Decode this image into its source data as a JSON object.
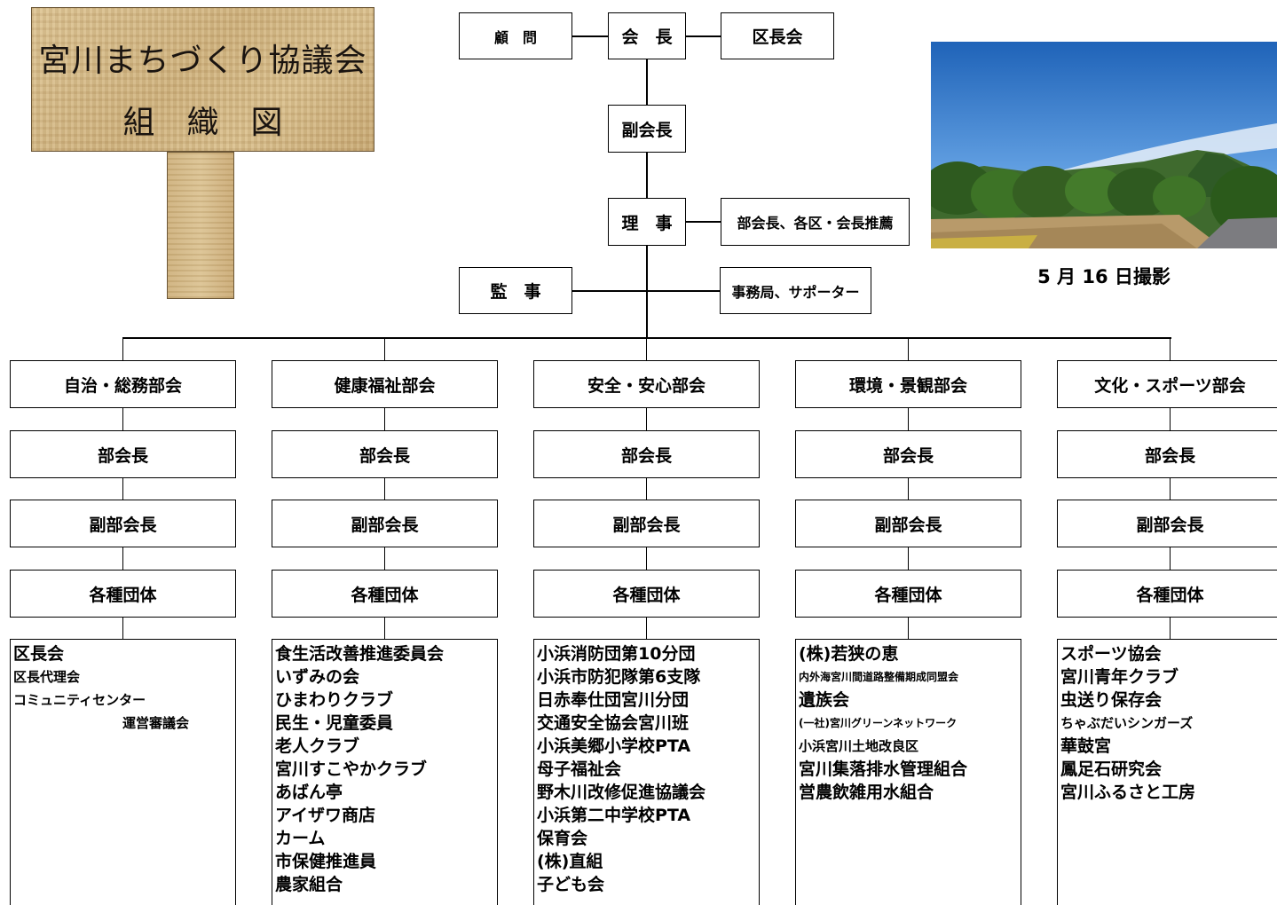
{
  "sign": {
    "title": "宮川まちづくり協議会",
    "subtitle": "組　織　図"
  },
  "photo": {
    "caption": "5 月 16 日撮影"
  },
  "top": {
    "advisor": "顧　問",
    "president": "会　長",
    "ward_chiefs": "区長会",
    "vice_president": "副会長",
    "directors": "理　事",
    "directors_note": "部会長、各区・会長推薦",
    "auditor": "監　事",
    "secretariat": "事務局、サポーター"
  },
  "committees": [
    {
      "name": "自治・総務部会",
      "chair": "部会長",
      "vice_chair": "副部会長",
      "groups": "各種団体",
      "members": [
        {
          "text": "区長会",
          "size": "l"
        },
        {
          "text": "区長代理会",
          "size": "s"
        },
        {
          "text": "コミュニティセンター",
          "size": "s"
        },
        {
          "text": "運営審議会",
          "size": "s",
          "indent": true
        }
      ]
    },
    {
      "name": "健康福祉部会",
      "chair": "部会長",
      "vice_chair": "副部会長",
      "groups": "各種団体",
      "members": [
        {
          "text": "食生活改善推進委員会",
          "size": "l"
        },
        {
          "text": "いずみの会",
          "size": "l"
        },
        {
          "text": "ひまわりクラブ",
          "size": "l"
        },
        {
          "text": "民生・児童委員",
          "size": "l"
        },
        {
          "text": "老人クラブ",
          "size": "l"
        },
        {
          "text": "宮川すこやかクラブ",
          "size": "l"
        },
        {
          "text": "あばん亭",
          "size": "l"
        },
        {
          "text": "アイザワ商店",
          "size": "l"
        },
        {
          "text": "カーム",
          "size": "l"
        },
        {
          "text": "市保健推進員",
          "size": "l"
        },
        {
          "text": "農家組合",
          "size": "l"
        }
      ]
    },
    {
      "name": "安全・安心部会",
      "chair": "部会長",
      "vice_chair": "副部会長",
      "groups": "各種団体",
      "members": [
        {
          "text": "小浜消防団第10分団",
          "size": "l"
        },
        {
          "text": "小浜市防犯隊第6支隊",
          "size": "l"
        },
        {
          "text": "日赤奉仕団宮川分団",
          "size": "l"
        },
        {
          "text": "交通安全協会宮川班",
          "size": "l"
        },
        {
          "text": "小浜美郷小学校PTA",
          "size": "l"
        },
        {
          "text": "母子福祉会",
          "size": "l"
        },
        {
          "text": "野木川改修促進協議会",
          "size": "l"
        },
        {
          "text": "小浜第二中学校PTA",
          "size": "l"
        },
        {
          "text": "保育会",
          "size": "l"
        },
        {
          "text": "(株)直組",
          "size": "l"
        },
        {
          "text": "子ども会",
          "size": "l"
        }
      ]
    },
    {
      "name": "環境・景観部会",
      "chair": "部会長",
      "vice_chair": "副部会長",
      "groups": "各種団体",
      "members": [
        {
          "text": "(株)若狭の恵",
          "size": "l"
        },
        {
          "text": "内外海宮川間道路整備期成同盟会",
          "size": "xs"
        },
        {
          "text": "遺族会",
          "size": "l"
        },
        {
          "text": "(一社)宮川グリーンネットワーク",
          "size": "xs"
        },
        {
          "text": "小浜宮川土地改良区",
          "size": "s"
        },
        {
          "text": "宮川集落排水管理組合",
          "size": "l"
        },
        {
          "text": "営農飲雑用水組合",
          "size": "l"
        }
      ]
    },
    {
      "name": "文化・スポーツ部会",
      "chair": "部会長",
      "vice_chair": "副部会長",
      "groups": "各種団体",
      "members": [
        {
          "text": "スポーツ協会",
          "size": "l"
        },
        {
          "text": "宮川青年クラブ",
          "size": "l"
        },
        {
          "text": "虫送り保存会",
          "size": "l"
        },
        {
          "text": "ちゃぶだいシンガーズ",
          "size": "s"
        },
        {
          "text": "華鼓宮",
          "size": "l"
        },
        {
          "text": "鳳足石研究会",
          "size": "l"
        },
        {
          "text": "宮川ふるさと工房",
          "size": "l"
        }
      ]
    }
  ]
}
